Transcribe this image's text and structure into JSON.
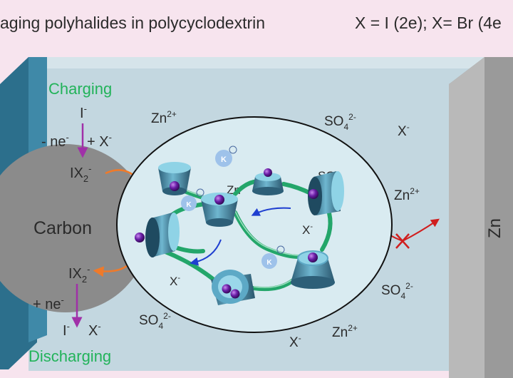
{
  "header": {
    "title": "aging polyhalides in polycyclodextrin",
    "formula": "X = I (2e); X= Br (4e"
  },
  "labels": {
    "charging": "Charging",
    "discharging": "Discharging",
    "carbon": "Carbon",
    "zn_electrode": "Zn"
  },
  "electrolyte_species": {
    "iodide_top": "I",
    "minus_ne_top": "- ne",
    "plus_x_top": "+ X",
    "ix2_top": "IX",
    "ix2_bottom": "IX",
    "plus_ne_bottom": "+ ne",
    "iodide_bottom": "I",
    "x_bottom": "X",
    "zn_ion_top": "Zn",
    "zn_ion_right": "Zn",
    "zn_ion_bottom": "Zn",
    "sulfate_top": "SO",
    "sulfate_right": "SO",
    "sulfate_bottom": "SO",
    "x_top_right": "X",
    "x_bottom_center": "X",
    "x_inner_right": "X",
    "x_inner_left": "X",
    "so_faded": "SO",
    "zn_faded": "Zn",
    "potassium": "K",
    "charge_2plus": "2+",
    "charge_minus": "-",
    "sub_2": "2",
    "sub_4": "4",
    "charge_2minus": "2-"
  },
  "colors": {
    "background": "#f7e4ee",
    "cell": "#c3d7e0",
    "left_electrode": "#2c6f8c",
    "zn_electrode": "#8d8d8d",
    "carbon": "#8b8b8b",
    "ellipse_fill": "#d9ebf1",
    "polymer_chain": "#23a66a",
    "cyclodextrin": "#5da9c6",
    "polyhalide": "#6a1ea6",
    "charging_arrow": "#a030a8",
    "orange_arrow": "#ef7a2a",
    "blue_arrow": "#1f3fd0",
    "red_arrow": "#d01e1e",
    "label_green": "#22b35a"
  }
}
